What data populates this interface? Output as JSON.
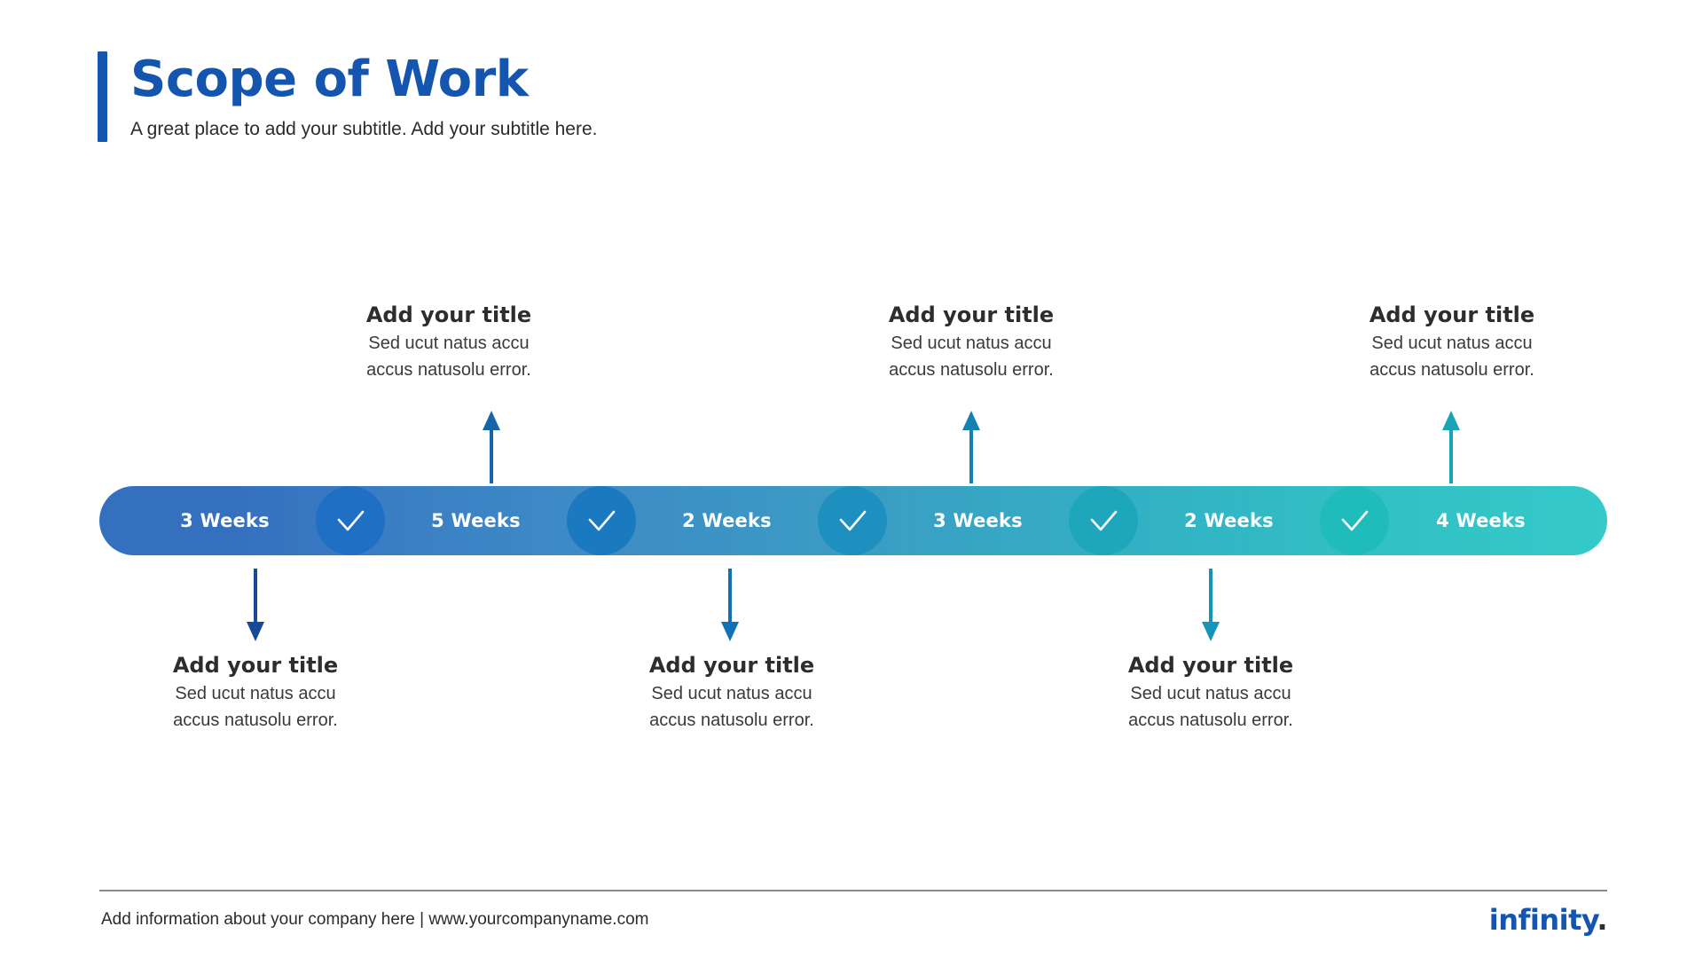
{
  "header": {
    "title": "Scope of Work",
    "subtitle": "A great place to add your subtitle. Add your subtitle here.",
    "accent_color": "#1455b0"
  },
  "timeline": {
    "segments": [
      {
        "label": "3 Weeks",
        "color": "#3570bf"
      },
      {
        "label": "5 Weeks",
        "color": "#3a80c4"
      },
      {
        "label": "2 Weeks",
        "color": "#3e8fc6"
      },
      {
        "label": "3 Weeks",
        "color": "#3ba3c4"
      },
      {
        "label": "2 Weeks",
        "color": "#33b6c4"
      },
      {
        "label": "4 Weeks",
        "color": "#35c9c9"
      }
    ],
    "checkpoints": [
      {
        "icon": "check-icon",
        "color": "#1f6fc4"
      },
      {
        "icon": "check-icon",
        "color": "#1b79bf"
      },
      {
        "icon": "check-icon",
        "color": "#1e90bf"
      },
      {
        "icon": "check-icon",
        "color": "#1ea6bd"
      },
      {
        "icon": "check-icon",
        "color": "#20bcbc"
      }
    ]
  },
  "callouts": {
    "above": [
      {
        "title": "Add your title",
        "desc_line1": "Sed ucut natus accu",
        "desc_line2": "accus natusolu error.",
        "arrow_icon": "arrow-up-icon",
        "arrow_color": "#1565a8"
      },
      {
        "title": "Add your title",
        "desc_line1": "Sed ucut natus accu",
        "desc_line2": "accus natusolu error.",
        "arrow_icon": "arrow-up-icon",
        "arrow_color": "#1382b0"
      },
      {
        "title": "Add your title",
        "desc_line1": "Sed ucut natus accu",
        "desc_line2": "accus natusolu error.",
        "arrow_icon": "arrow-up-icon",
        "arrow_color": "#17a5b5"
      }
    ],
    "below": [
      {
        "title": "Add your title",
        "desc_line1": "Sed ucut natus accu",
        "desc_line2": "accus natusolu error.",
        "arrow_icon": "arrow-down-icon",
        "arrow_color": "#17499b"
      },
      {
        "title": "Add your title",
        "desc_line1": "Sed ucut natus accu",
        "desc_line2": "accus natusolu error.",
        "arrow_icon": "arrow-down-icon",
        "arrow_color": "#1270b4"
      },
      {
        "title": "Add your title",
        "desc_line1": "Sed ucut natus accu",
        "desc_line2": "accus natusolu error.",
        "arrow_icon": "arrow-down-icon",
        "arrow_color": "#1596b8"
      }
    ]
  },
  "footer": {
    "text": "Add information about your company here | www.yourcompanyname.com",
    "logo_name": "infinity",
    "logo_dot": ".",
    "logo_color": "#1455b0"
  }
}
